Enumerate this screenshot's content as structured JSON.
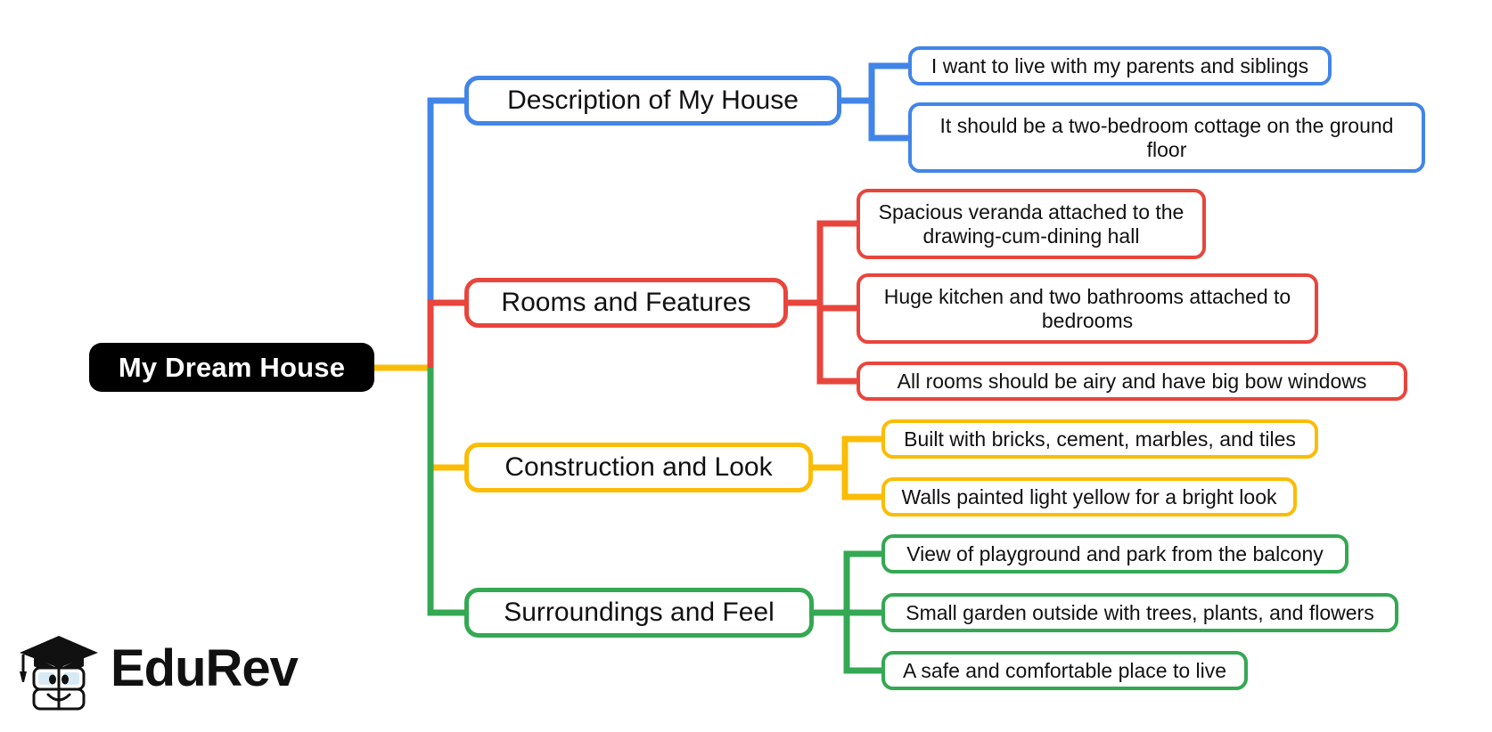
{
  "diagram": {
    "type": "mind-map",
    "title": "My Dream House",
    "root": {
      "label": "My Dream House",
      "color": "#000000"
    },
    "branches": [
      {
        "label": "Description of My House",
        "color": "#4285e8",
        "leaves": [
          "I want to live with my parents and siblings",
          "It should be a two-bedroom cottage on the ground floor"
        ]
      },
      {
        "label": "Rooms and Features",
        "color": "#e8453c",
        "leaves": [
          "Spacious veranda attached to the drawing-cum-dining hall",
          "Huge kitchen and two bathrooms attached to bedrooms",
          "All rooms should be airy and have big bow windows"
        ]
      },
      {
        "label": "Construction and Look",
        "color": "#fbbc05",
        "leaves": [
          "Built with bricks, cement, marbles, and tiles",
          "Walls painted light yellow for a bright look"
        ]
      },
      {
        "label": "Surroundings and Feel",
        "color": "#34a853",
        "leaves": [
          "View of playground and park from the balcony",
          "Small garden outside with trees, plants, and flowers",
          "A safe and comfortable place to live"
        ]
      }
    ]
  },
  "branding": {
    "name": "EduRev",
    "logo_icon": "graduation-cap-book-mascot-icon"
  }
}
